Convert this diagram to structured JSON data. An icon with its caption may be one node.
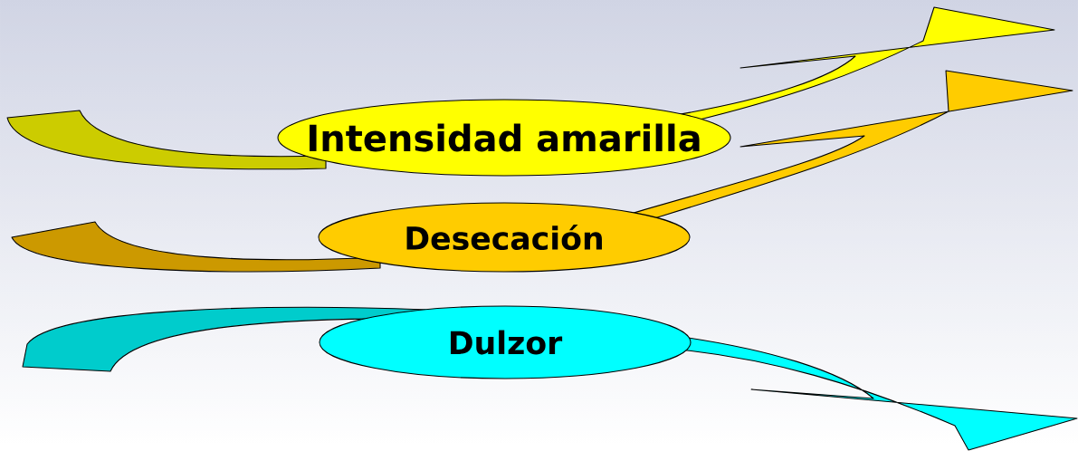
{
  "diagram": {
    "nodes": [
      {
        "text": [
          "Intensidad amarilla"
        ]
      },
      {
        "text": [
          "Desecación"
        ]
      },
      {
        "text": [
          "Dulzor"
        ]
      }
    ]
  }
}
